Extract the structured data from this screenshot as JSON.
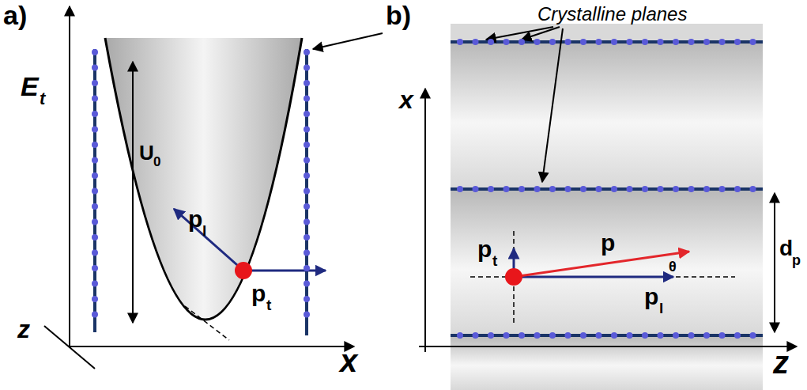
{
  "diagram": {
    "labels": [
      "a)",
      "E",
      "t",
      "U",
      "0",
      "p",
      "l",
      "p",
      "t",
      "z",
      "x",
      "b)",
      "Crystalline planes",
      "x",
      "p",
      "t",
      "p",
      "θ",
      "p",
      "l",
      "d",
      "p",
      "z"
    ]
  }
}
